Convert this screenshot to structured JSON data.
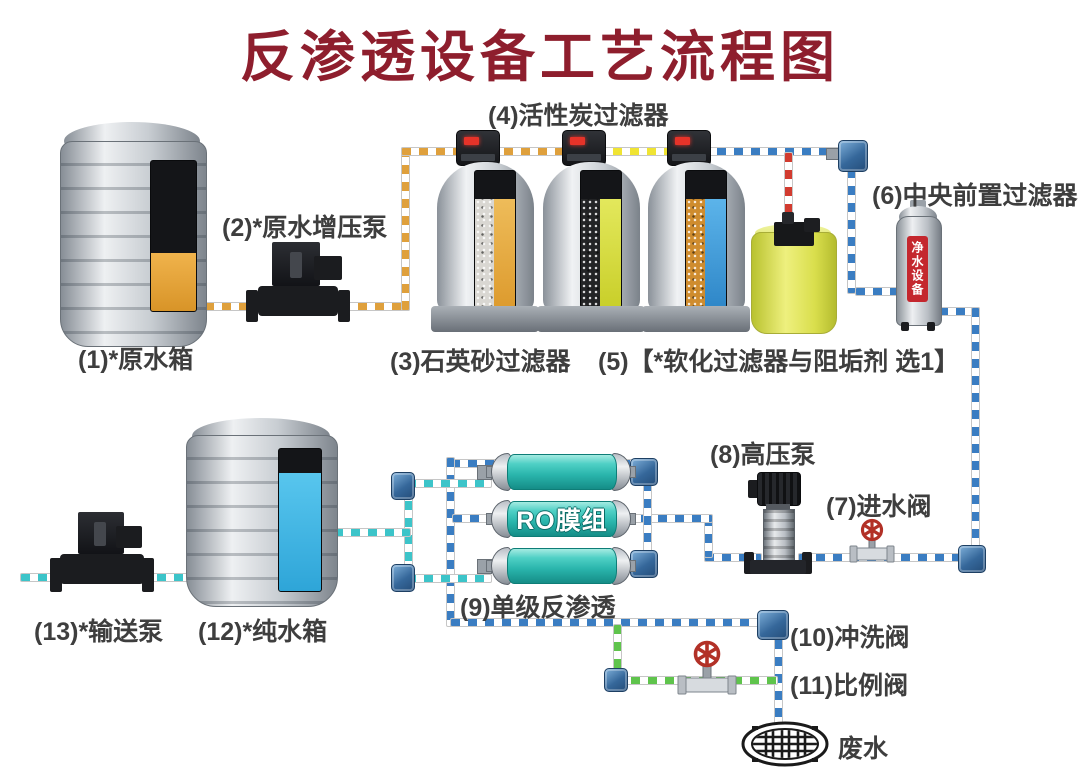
{
  "title": "反渗透设备工艺流程图",
  "colors": {
    "title": "#8E1E2D",
    "label": "#3E3E3E",
    "pipe-orange": "#DFA03C",
    "pipe-yellow": "#F0E433",
    "pipe-blue": "#3A7DC2",
    "pipe-cyan": "#3CC4C9",
    "pipe-green": "#5FC44C",
    "pipe-red": "#D23B2F",
    "membrane": "#2AB5AC",
    "badge-red": "#C4272E",
    "dosing-tank": "#D9DE4C"
  },
  "labels": {
    "raw_tank": "(1)*原水箱",
    "booster_pump": "(2)*原水增压泵",
    "quartz_filter": "(3)石英砂过滤器",
    "carbon_filter": "(4)活性炭过滤器",
    "softener_option": "(5)【*软化过滤器与阻垢剂 选1】",
    "central_prefilter": "(6)中央前置过滤器",
    "inlet_valve": "(7)进水阀",
    "high_pressure_pump": "(8)高压泵",
    "single_stage_ro": "(9)单级反渗透",
    "flush_valve": "(10)冲洗阀",
    "proportional_valve": "(11)比例阀",
    "pure_water_tank": "(12)*纯水箱",
    "transfer_pump": "(13)*输送泵",
    "waste_water": "废水",
    "ro_module": "RO膜组",
    "prefilter_badge": "净水设备"
  }
}
